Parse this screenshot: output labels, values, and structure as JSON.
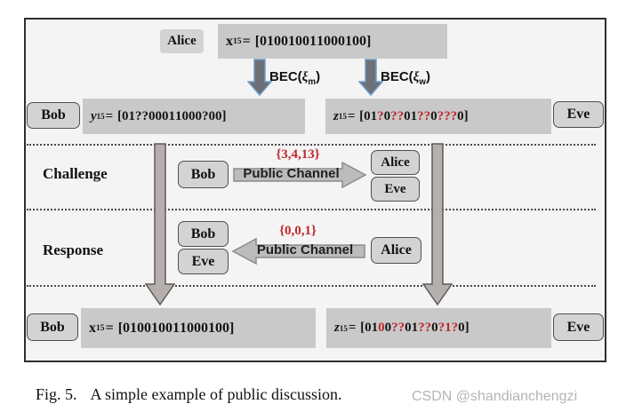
{
  "colors": {
    "red": "#c0272d",
    "box_gray": "#c9c9c9",
    "badge_gray": "#d3d3d3",
    "figure_bg": "#f4f4f4",
    "frame_border": "#2f2f2f",
    "big_arrow_fill": "#b5b0ae",
    "big_arrow_stroke": "#5f5b5a",
    "bec_arrow_fill": "#6d7076",
    "bec_arrow_stroke": "#6f9cc9",
    "channel_arrow_fill": "#bcbcbc",
    "channel_arrow_stroke": "#8c8c8c",
    "watermark_gray": "#b5b5b5"
  },
  "diagram": {
    "top": {
      "alice_badge": "Alice",
      "x_sequence": {
        "name": "x",
        "sup": "15",
        "italic": false,
        "bits": [
          {
            "v": "0",
            "red": false
          },
          {
            "v": "1",
            "red": false
          },
          {
            "v": "0",
            "red": false
          },
          {
            "v": "0",
            "red": false
          },
          {
            "v": "1",
            "red": false
          },
          {
            "v": "0",
            "red": false
          },
          {
            "v": "0",
            "red": false
          },
          {
            "v": "1",
            "red": false
          },
          {
            "v": "1",
            "red": false
          },
          {
            "v": "0",
            "red": false
          },
          {
            "v": "0",
            "red": false
          },
          {
            "v": "0",
            "red": false
          },
          {
            "v": "1",
            "red": false
          },
          {
            "v": "0",
            "red": false
          },
          {
            "v": "0",
            "red": false
          }
        ]
      }
    },
    "channels": {
      "main": {
        "pre": "BEC(",
        "xi": "ξ",
        "sub": "m",
        "post": ")"
      },
      "wiretap": {
        "pre": "BEC(",
        "xi": "ξ",
        "sub": "w",
        "post": ")"
      }
    },
    "row2": {
      "bob_badge": "Bob",
      "y_sequence": {
        "name": "y",
        "sup": "15",
        "italic": true,
        "bits": [
          {
            "v": "0",
            "red": false
          },
          {
            "v": "1",
            "red": false
          },
          {
            "v": "?",
            "red": false
          },
          {
            "v": "?",
            "red": false
          },
          {
            "v": "0",
            "red": false
          },
          {
            "v": "0",
            "red": false
          },
          {
            "v": "0",
            "red": false
          },
          {
            "v": "1",
            "red": false
          },
          {
            "v": "1",
            "red": false
          },
          {
            "v": "0",
            "red": false
          },
          {
            "v": "0",
            "red": false
          },
          {
            "v": "0",
            "red": false
          },
          {
            "v": "?",
            "red": false
          },
          {
            "v": "0",
            "red": false
          },
          {
            "v": "0",
            "red": false
          }
        ]
      },
      "z_sequence": {
        "name": "z",
        "sup": "15",
        "italic": true,
        "bits": [
          {
            "v": "0",
            "red": false
          },
          {
            "v": "1",
            "red": false
          },
          {
            "v": "?",
            "red": true
          },
          {
            "v": "0",
            "red": false
          },
          {
            "v": "?",
            "red": true
          },
          {
            "v": "?",
            "red": true
          },
          {
            "v": "0",
            "red": false
          },
          {
            "v": "1",
            "red": false
          },
          {
            "v": "?",
            "red": true
          },
          {
            "v": "?",
            "red": true
          },
          {
            "v": "0",
            "red": false
          },
          {
            "v": "?",
            "red": true
          },
          {
            "v": "?",
            "red": true
          },
          {
            "v": "?",
            "red": true
          },
          {
            "v": "0",
            "red": false
          }
        ]
      },
      "eve_badge": "Eve"
    },
    "challenge": {
      "label": "Challenge",
      "sender_badge": "Bob",
      "message": "{3,4,13}",
      "channel_label": "Public Channel",
      "receivers": [
        "Alice",
        "Eve"
      ]
    },
    "response": {
      "label": "Response",
      "receivers": [
        "Bob",
        "Eve"
      ],
      "message": "{0,0,1}",
      "channel_label": "Public Channel",
      "sender_badge": "Alice"
    },
    "bottom": {
      "bob_badge": "Bob",
      "x_sequence": {
        "name": "x",
        "sup": "15",
        "italic": false,
        "bits": [
          {
            "v": "0",
            "red": false
          },
          {
            "v": "1",
            "red": false
          },
          {
            "v": "0",
            "red": false
          },
          {
            "v": "0",
            "red": false
          },
          {
            "v": "1",
            "red": false
          },
          {
            "v": "0",
            "red": false
          },
          {
            "v": "0",
            "red": false
          },
          {
            "v": "1",
            "red": false
          },
          {
            "v": "1",
            "red": false
          },
          {
            "v": "0",
            "red": false
          },
          {
            "v": "0",
            "red": false
          },
          {
            "v": "0",
            "red": false
          },
          {
            "v": "1",
            "red": false
          },
          {
            "v": "0",
            "red": false
          },
          {
            "v": "0",
            "red": false
          }
        ]
      },
      "z_sequence": {
        "name": "z",
        "sup": "15",
        "italic": true,
        "bits": [
          {
            "v": "0",
            "red": false
          },
          {
            "v": "1",
            "red": false
          },
          {
            "v": "0",
            "red": true
          },
          {
            "v": "0",
            "red": false
          },
          {
            "v": "?",
            "red": true
          },
          {
            "v": "?",
            "red": true
          },
          {
            "v": "0",
            "red": false
          },
          {
            "v": "1",
            "red": false
          },
          {
            "v": "?",
            "red": true
          },
          {
            "v": "?",
            "red": true
          },
          {
            "v": "0",
            "red": false
          },
          {
            "v": "?",
            "red": true
          },
          {
            "v": "1",
            "red": true
          },
          {
            "v": "?",
            "red": true
          },
          {
            "v": "0",
            "red": false
          }
        ]
      },
      "eve_badge": "Eve"
    }
  },
  "caption": {
    "fig_label": "Fig. 5.",
    "text": "A simple example of public discussion.",
    "watermark": "CSDN @shandianchengzi"
  }
}
